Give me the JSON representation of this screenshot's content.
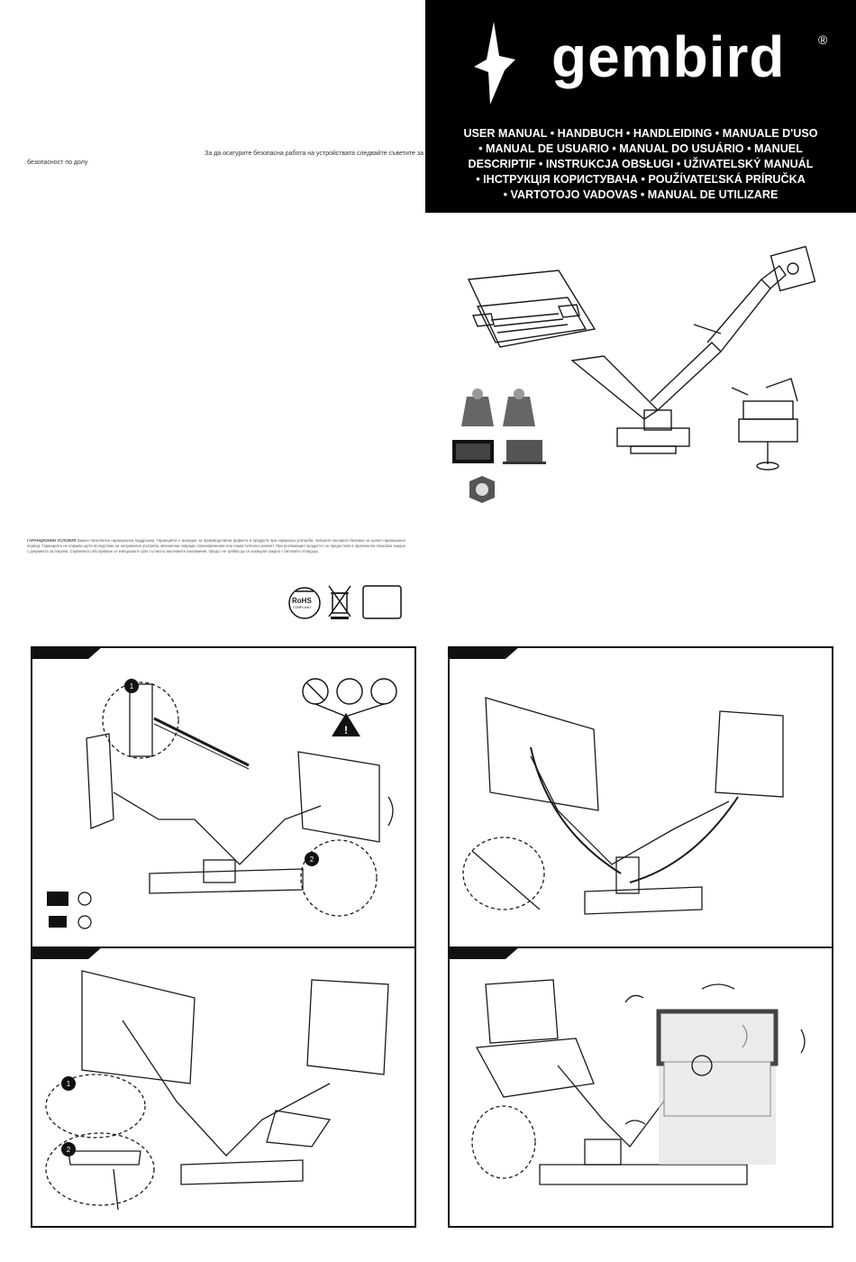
{
  "header": {
    "brand_name": "gembird",
    "brand_reg": "®",
    "manual_titles": [
      "USER MANUAL • HANDBUCH • HANDLEIDING • MANUALE D'USO",
      "• MANUAL DE USUARIO • MANUAL DO USUÁRIO • MANUEL",
      "DESCRIPTIF • INSTRUKCJA OBSŁUGI • UŽIVATELSKÝ MANUÁL",
      "• ІНСТРУКЦІЯ КОРИСТУВАЧА • POUŽÍVATEĽSKÁ PRÍRUČKA",
      "• VARTOTOJO VADOVAS • MANUAL DE UTILIZARE"
    ]
  },
  "left_text": {
    "safety_line_1": "За да осигурите безопасна работа на устройствата следвайте съветите за",
    "safety_line_2": "безопасност по долу"
  },
  "warranty": {
    "heading": "ГАРАНЦИОННИ УСЛОВИЯ",
    "body": "Важно! Безплатна гаранционна поддръжка. Гаранцията е валидна за производствени дефекти в продукта при нормална употреба. Запазете касовата бележка за целия гаранционен период. Гаранцията не покрива щети вследствие на неправилна употреба, механични повреди, пренапрежение или самостоятелен ремонт. При рекламация продуктът се предоставя в оригинална опаковка заедно с документа за покупка. Сервизното обслужване се извършва в срок съгласно законовите изисквания. Уредът не трябва да се изхвърля заедно с битовите отпадъци."
  },
  "marks": {
    "rohs": "RoHS",
    "compliant": "COMPLIANT"
  },
  "steps": [
    {
      "id": 1,
      "markers": [
        "1",
        "2"
      ]
    },
    {
      "id": 2
    },
    {
      "id": 3,
      "markers": [
        "1",
        "2"
      ]
    },
    {
      "id": 4
    }
  ],
  "colors": {
    "brand_block": "#000000",
    "line_art": "#1a1a1a",
    "panel_border": "#111111",
    "warning": "#111111"
  },
  "icons": [
    "gembird-logo-icon",
    "rohs-icon",
    "weee-bin-icon",
    "ce-box-icon",
    "monitor-icon",
    "laptop-icon",
    "warning-icon",
    "rotate-icon",
    "plus-tension-icon",
    "minus-tension-icon",
    "clamp-icon",
    "cable-clip-icon"
  ]
}
